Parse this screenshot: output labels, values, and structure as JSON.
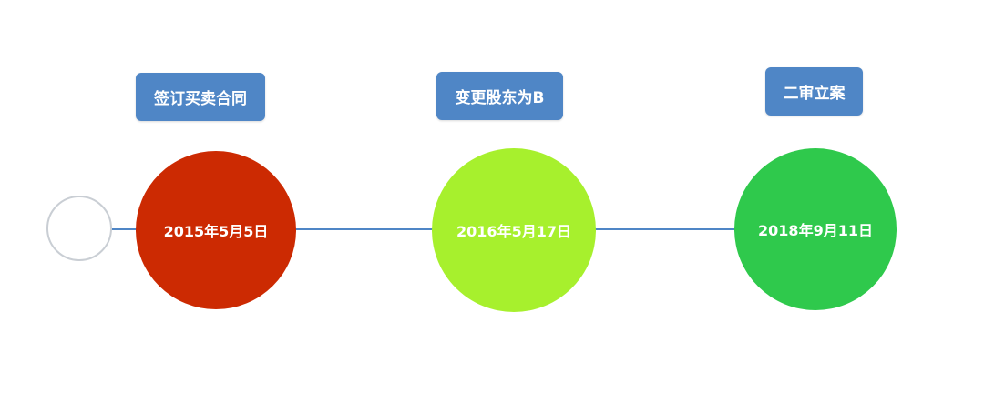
{
  "events": [
    {
      "label": "签订买卖合同",
      "date": "2015年5月5日",
      "color": "#cc2a02"
    },
    {
      "label": "变更股东为B",
      "date": "2016年5月17日",
      "color": "#a7f02d"
    },
    {
      "label": "二审立案",
      "date": "2018年9月11日",
      "color": "#2fc94c"
    }
  ],
  "colors": {
    "label_bg": "#4f86c6",
    "line": "#4f86c6",
    "start_node_border": "#c9ced4"
  }
}
